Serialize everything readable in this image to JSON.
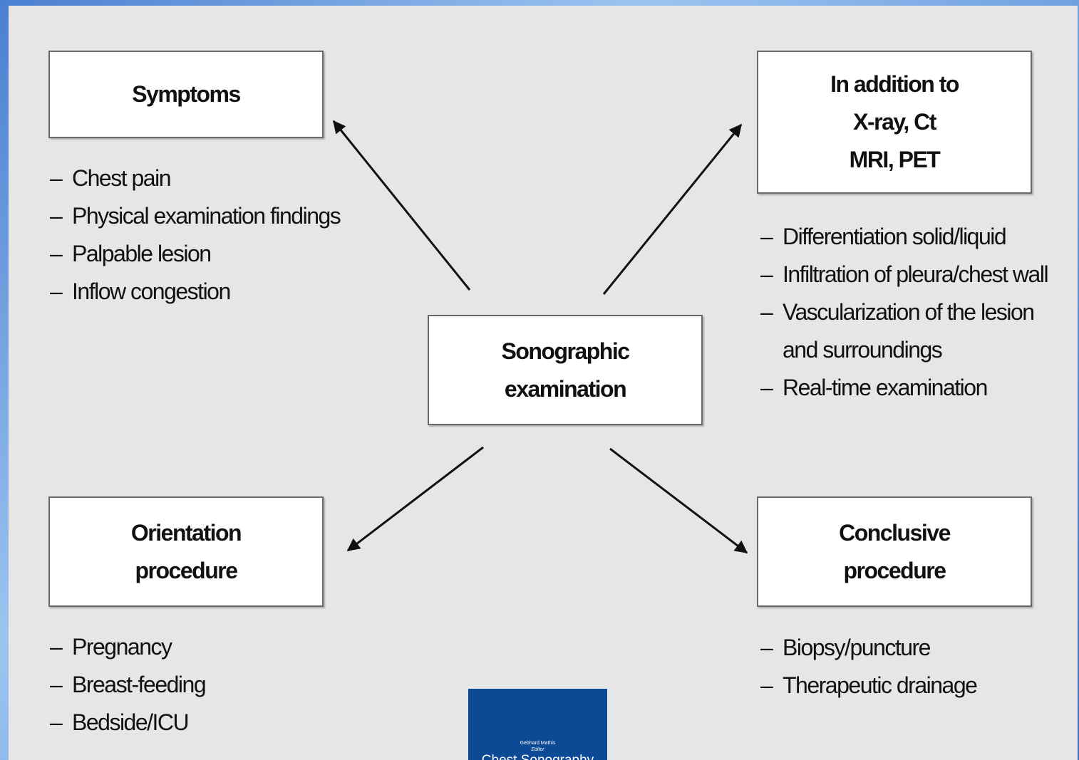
{
  "center": {
    "lines": [
      "Sonographic",
      "examination"
    ]
  },
  "symptoms": {
    "title": [
      "Symptoms"
    ],
    "items": [
      "Chest pain",
      "Physical examination findings",
      "Palpable lesion",
      "Inflow congestion"
    ]
  },
  "addition": {
    "title": [
      "In addition to",
      "X-ray, Ct",
      "MRI, PET"
    ],
    "items": [
      "Differentiation solid/liquid",
      "Infiltration of pleura/chest wall",
      "Vascularization of the lesion",
      "and surroundings",
      "Real-time examination"
    ]
  },
  "orientation": {
    "title": [
      "Orientation",
      "procedure"
    ],
    "items": [
      "Pregnancy",
      "Breast-feeding",
      "Bedside/ICU"
    ]
  },
  "conclusive": {
    "title": [
      "Conclusive",
      "procedure"
    ],
    "items": [
      "Biopsy/puncture",
      "Therapeutic drainage"
    ]
  },
  "book_cover": {
    "editor_name": "Gebhard Mathis",
    "editor_role": "Editor",
    "title": "Chest Sonography",
    "color": "#0d4a96"
  }
}
